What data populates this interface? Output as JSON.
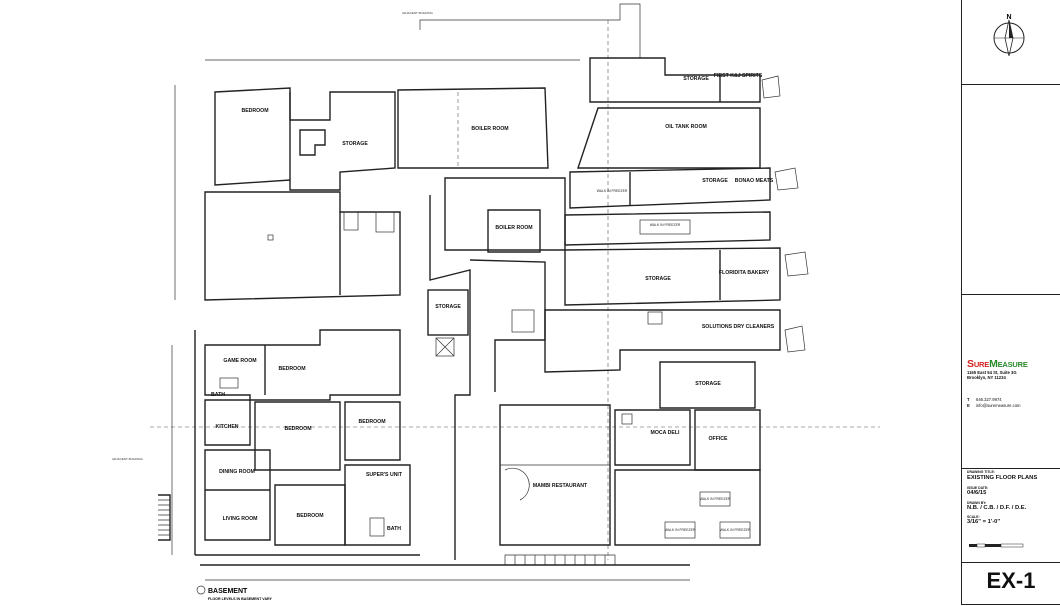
{
  "plan": {
    "top_note": "ADJACENT BUILDING",
    "side_note": "ADJACENT BUILDING",
    "title": "BASEMENT",
    "subtitle": "FLOOR LEVELS IN BASEMENT VARY",
    "rooms": {
      "bedroom_nw": "BEDROOM",
      "storage_nw": "STORAGE",
      "boiler_room_n": "BOILER ROOM",
      "storage_ne": "STORAGE",
      "first_k_spirits": "FIRST K&J SPIRITS",
      "oil_tank_room": "OIL TANK ROOM",
      "storage_e1": "STORAGE",
      "bonao_meats": "BONAO MEATS",
      "boiler_room_c": "BOILER ROOM",
      "walk_in_freezer_1": "WALK IN FREEZER",
      "walk_in_freezer_2": "WALK IN FREEZER",
      "storage_e2": "STORAGE",
      "floridita_bakery": "FLORIDITA BAKERY",
      "storage_c": "STORAGE",
      "solutions_dry_cleaners": "SOLUTIONS DRY CLEANERS",
      "game_room": "GAME ROOM",
      "bedroom_w2": "BEDROOM",
      "bath_w": "BATH",
      "kitchen": "KITCHEN",
      "bedroom_c": "BEDROOM",
      "bedroom_c2": "BEDROOM",
      "storage_se": "STORAGE",
      "moca_deli": "MOCA DELI",
      "office": "OFFICE",
      "dining_room": "DINING ROOM",
      "supers_unit": "SUPER'S UNIT",
      "mambi_restaurant": "MAMBI RESTAURANT",
      "living_room": "LIVING ROOM",
      "bedroom_s": "BEDROOM",
      "bath_s": "BATH",
      "walk_in_freezer_3": "WALK IN FREEZER",
      "walk_in_freezer_4": "WALK IN FREEZER",
      "walk_in_freezer_5": "WALK IN FREEZER"
    }
  },
  "title_block": {
    "north_letter": "N",
    "brand_first": "S",
    "brand_rest1": "URE",
    "brand_second": "M",
    "brand_rest2": "EASURE",
    "address_line1": "1165 East 54 St, Suite 3G",
    "address_line2": "Brooklyn, NY 11234",
    "phone_prefix": "T",
    "phone": "646.327.9974",
    "email_prefix": "E",
    "email": "info@suremeasure.com",
    "drawing_title_label": "DRAWING TITLE:",
    "drawing_title": "EXISTING FLOOR PLANS",
    "date_label": "ISSUE DATE:",
    "date": "04/6/15",
    "drawn_label": "DRAWN BY:",
    "drawn_by": "N.B. / C.B. / D.F. / D.E.",
    "scale_label": "SCALE:",
    "scale": "3/16\" = 1'-0\"",
    "sheet_number": "EX-1"
  },
  "colors": {
    "brand_red": "#d42020",
    "brand_green": "#2a8a2a",
    "line": "#222222"
  }
}
